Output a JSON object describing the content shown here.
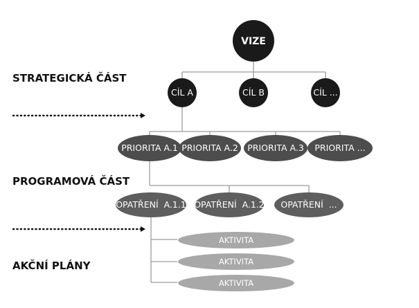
{
  "sections": {
    "strategic": "STRATEGICKÁ ČÁST",
    "programme": "PROGRAMOVÁ ČÁST",
    "action": "AKČNÍ PLÁNY"
  },
  "vision": "VIZE",
  "goals": [
    "CÍL A",
    "CÍL B",
    "CÍL ..."
  ],
  "priorities": [
    "PRIORITA A.1",
    "PRIORITA A.2",
    "PRIORITA A.3",
    "PRIORITA ..."
  ],
  "measures": [
    "OPATŘENÍ  A.1.1",
    "OPATŘENÍ  A.1.2",
    "OPATŘENÍ  ..."
  ],
  "activities": [
    "AKTIVITA",
    "AKTIVITA",
    "AKTIVITA"
  ],
  "colors": {
    "black_node": "#1a1a1a",
    "dark_gray_node": "#4d4d4d",
    "mid_gray_node": "#5e5e5e",
    "light_gray_node": "#a8a8a8",
    "connector": "#9a9a9a"
  }
}
